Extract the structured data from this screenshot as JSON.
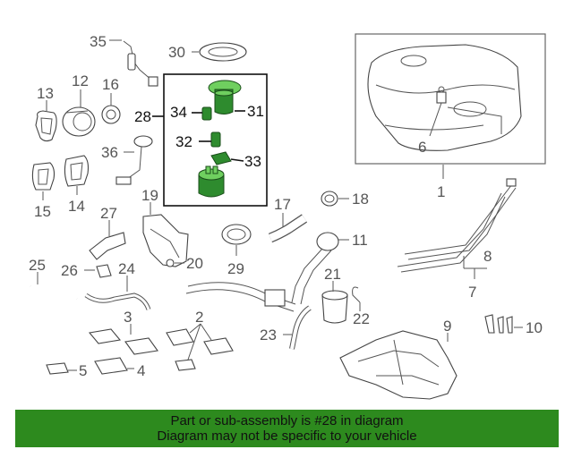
{
  "banner": {
    "line1": "Part or sub-assembly is #28 in diagram",
    "line2": "Diagram may not be specific to your vehicle",
    "color": "#2d8a1e"
  },
  "highlight_color": "#2e8b2e",
  "callouts": {
    "n1": "1",
    "n2": "2",
    "n3": "3",
    "n4": "4",
    "n5": "5",
    "n6": "6",
    "n7": "7",
    "n8": "8",
    "n9": "9",
    "n10": "10",
    "n11": "11",
    "n12": "12",
    "n13": "13",
    "n14": "14",
    "n15": "15",
    "n16": "16",
    "n17": "17",
    "n18": "18",
    "n19": "19",
    "n20": "20",
    "n21": "21",
    "n22": "22",
    "n23": "23",
    "n24": "24",
    "n25": "25",
    "n26": "26",
    "n27": "27",
    "n28": "28",
    "n29": "29",
    "n30": "30",
    "n31": "31",
    "n32": "32",
    "n33": "33",
    "n34": "34",
    "n35": "35",
    "n36": "36"
  }
}
